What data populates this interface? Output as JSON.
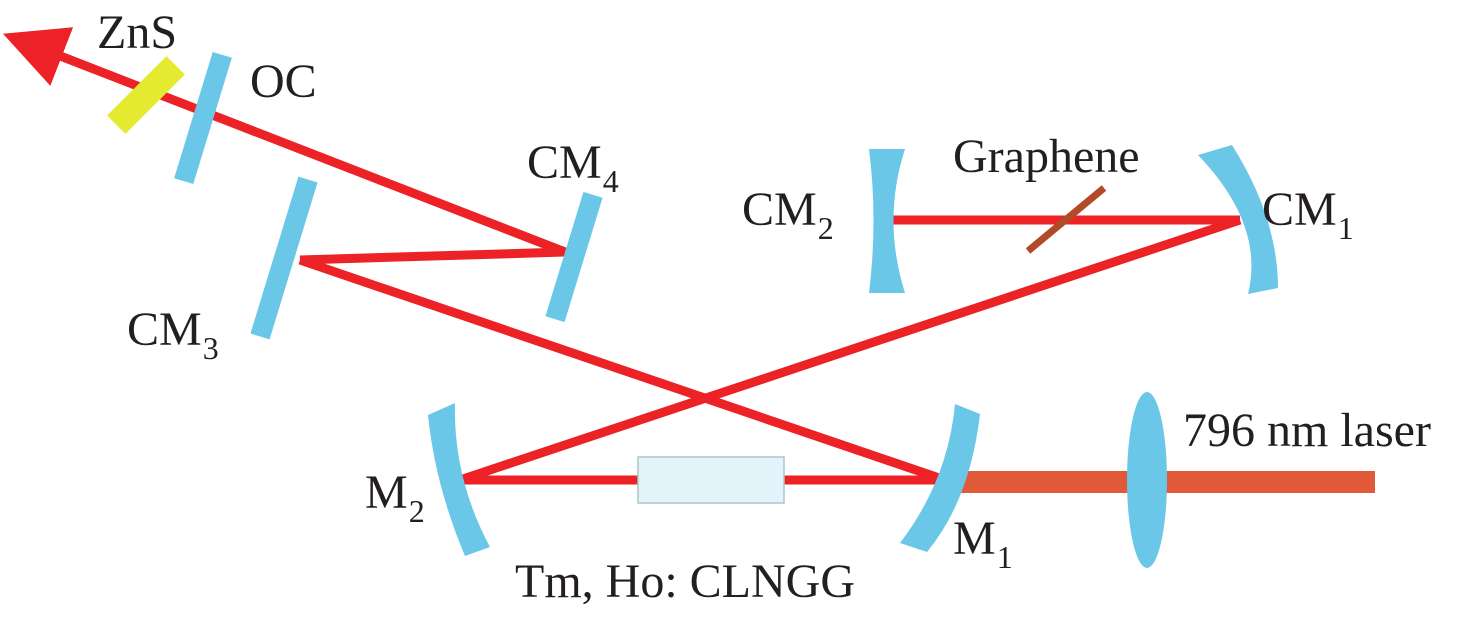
{
  "colors": {
    "beam": "#ec2227",
    "pump": "#e05a3a",
    "mirror": "#6bc7e8",
    "crystal": "#e2f4f9",
    "crystal_edge": "#a9c6cf",
    "zns": "#e3ea2f",
    "graphene": "#b24a2a",
    "text": "#231f20"
  },
  "labels": {
    "zns": "ZnS",
    "oc": "OC",
    "cm4": {
      "base": "CM",
      "sub": "4"
    },
    "cm2": {
      "base": "CM",
      "sub": "2"
    },
    "graphene": "Graphene",
    "cm1": {
      "base": "CM",
      "sub": "1"
    },
    "cm3": {
      "base": "CM",
      "sub": "3"
    },
    "pump": "796 nm laser",
    "m2": {
      "base": "M",
      "sub": "2"
    },
    "m1": {
      "base": "M",
      "sub": "1"
    },
    "crystal": "Tm, Ho: CLNGG"
  }
}
